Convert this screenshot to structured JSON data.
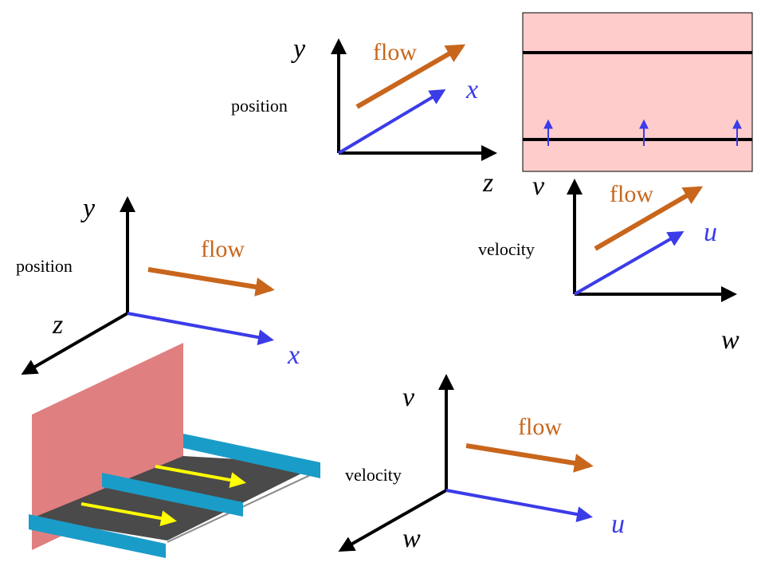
{
  "colors": {
    "flow": "#c8661c",
    "axis_blue": "#3b3be8",
    "axis_black": "#000000",
    "wall_pink": "#e07f80",
    "panel_pink": "#ffcccc",
    "plate_dark": "#4a4a4a",
    "rail_blue": "#1a9cc8",
    "arrow_yellow": "#ffff00"
  },
  "top_position_axes": {
    "y_label": "y",
    "x_label": "x",
    "z_label": "z",
    "caption": "position",
    "flow_label": "flow"
  },
  "right_velocity_axes": {
    "v_label": "v",
    "u_label": "u",
    "w_label": "w",
    "caption": "velocity",
    "flow_label": "flow"
  },
  "left_position_axes": {
    "y_label": "y",
    "z_label": "z",
    "x_label": "x",
    "caption": "position",
    "flow_label": "flow"
  },
  "bottom_velocity_axes": {
    "v_label": "v",
    "w_label": "w",
    "u_label": "u",
    "caption": "velocity",
    "flow_label": "flow"
  }
}
